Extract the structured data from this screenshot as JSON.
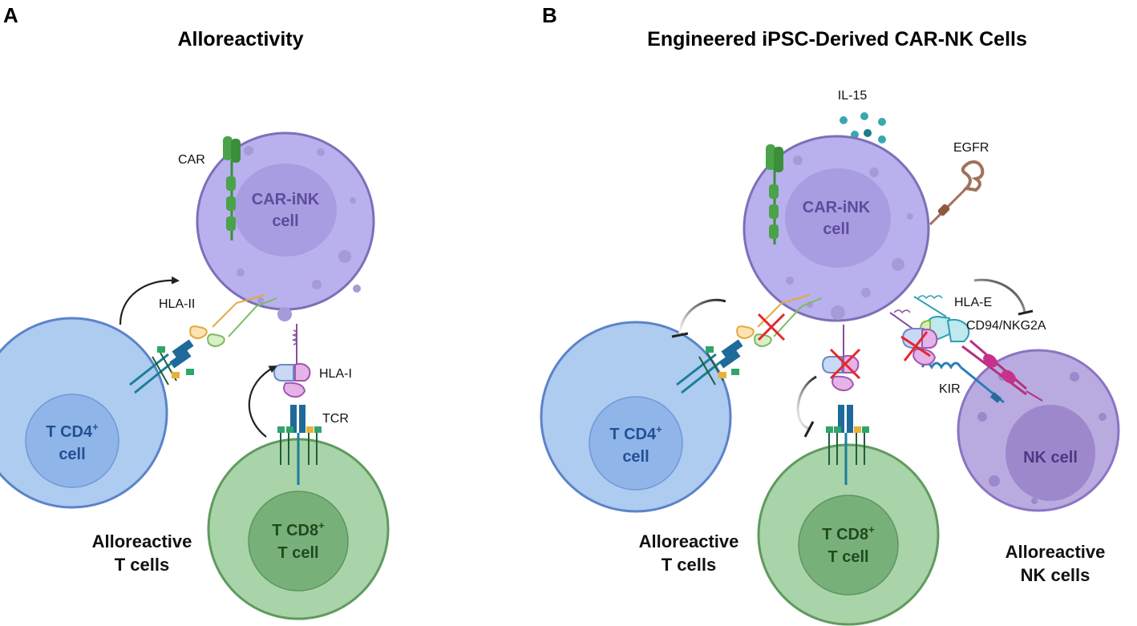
{
  "panels": {
    "a": {
      "letter": "A",
      "title": "Alloreactivity",
      "labels": {
        "car": "CAR",
        "hla2": "HLA-II",
        "hla1": "HLA-I",
        "tcr": "TCR"
      },
      "cells": {
        "cariNK": {
          "line1": "CAR-iNK",
          "line2": "cell"
        },
        "tcd4": {
          "line1": "T CD4",
          "sup": "+",
          "line2": "cell"
        },
        "tcd8": {
          "line1": "T CD8",
          "sup": "+",
          "line2": "T cell"
        }
      },
      "group": {
        "line1": "Alloreactive",
        "line2": "T cells"
      }
    },
    "b": {
      "letter": "B",
      "title": "Engineered iPSC-Derived CAR-NK Cells",
      "labels": {
        "il15": "IL-15",
        "egfr": "EGFR",
        "hlae": "HLA-E",
        "cd94": "CD94/NKG2A",
        "kir": "KIR"
      },
      "cells": {
        "cariNK": {
          "line1": "CAR-iNK",
          "line2": "cell"
        },
        "tcd4": {
          "line1": "T CD4",
          "sup": "+",
          "line2": "cell"
        },
        "tcd8": {
          "line1": "T CD8",
          "sup": "+",
          "line2": "T cell"
        },
        "nk": {
          "line1": "NK cell"
        }
      },
      "groups": {
        "t": {
          "line1": "Alloreactive",
          "line2": "T cells"
        },
        "nk": {
          "line1": "Alloreactive",
          "line2": "NK cells"
        }
      }
    }
  },
  "colors": {
    "nk_fill": "#b9b0ee",
    "nk_stroke": "#7e6fb8",
    "cd4_fill": "#aecbf0",
    "cd8_fill": "#a9d3a8",
    "nk2_fill": "#b9abe0",
    "inhibit_x": "#e8262b"
  }
}
